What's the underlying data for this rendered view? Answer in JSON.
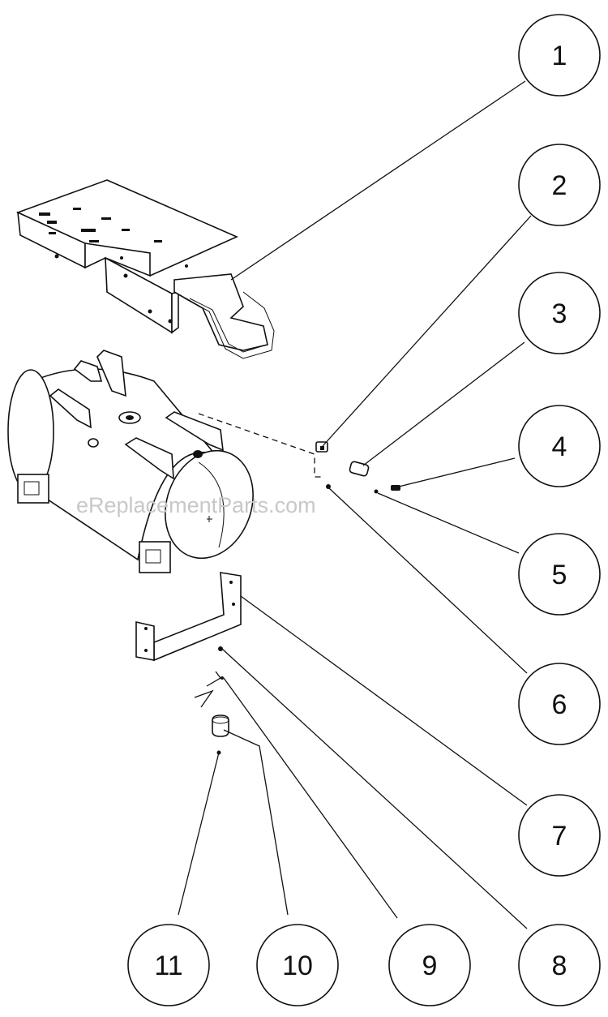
{
  "watermark": "eReplacementParts.com",
  "callouts": [
    {
      "id": "callout-1",
      "label": "1"
    },
    {
      "id": "callout-2",
      "label": "2"
    },
    {
      "id": "callout-3",
      "label": "3"
    },
    {
      "id": "callout-4",
      "label": "4"
    },
    {
      "id": "callout-5",
      "label": "5"
    },
    {
      "id": "callout-6",
      "label": "6"
    },
    {
      "id": "callout-7",
      "label": "7"
    },
    {
      "id": "callout-8",
      "label": "8"
    },
    {
      "id": "callout-9",
      "label": "9"
    },
    {
      "id": "callout-10",
      "label": "10"
    },
    {
      "id": "callout-11",
      "label": "11"
    }
  ]
}
